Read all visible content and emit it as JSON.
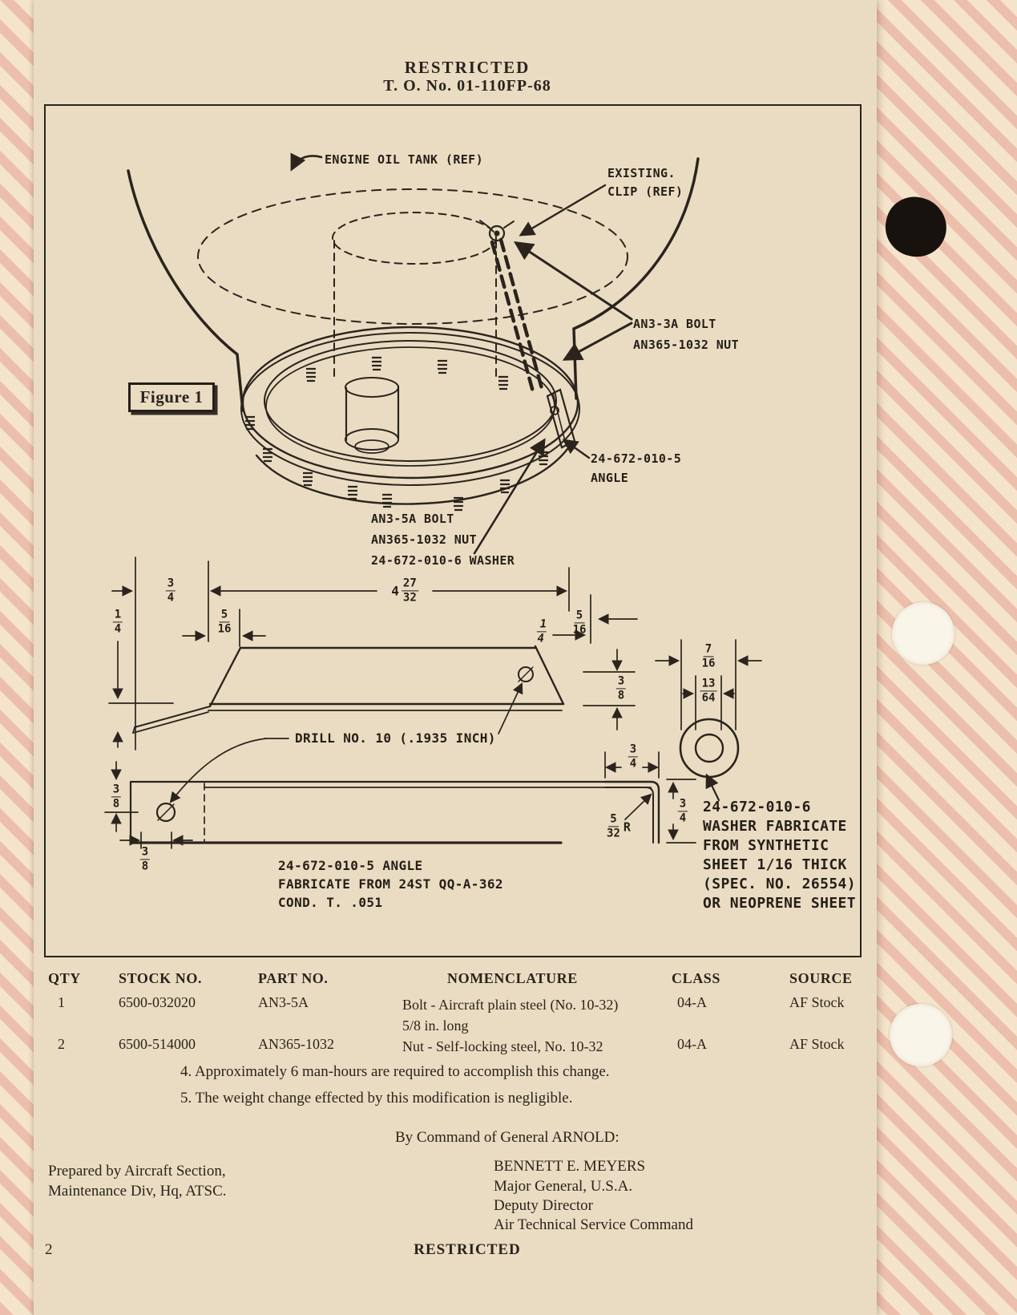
{
  "header": {
    "classification": "RESTRICTED",
    "to_number": "T. O. No. 01-110FP-68"
  },
  "figure": {
    "caption": "Figure 1",
    "labels": [
      {
        "id": "engine-oil-tank",
        "lines": [
          "ENGINE OIL TANK (REF)"
        ]
      },
      {
        "id": "existing-clip",
        "lines": [
          "EXISTING.",
          "CLIP (REF)"
        ]
      },
      {
        "id": "an3-3a-bolt",
        "lines": [
          "AN3-3A BOLT",
          "AN365-1032 NUT"
        ]
      },
      {
        "id": "angle-callout",
        "lines": [
          "24-672-010-5",
          "ANGLE"
        ]
      },
      {
        "id": "an3-5a-bolt",
        "lines": [
          "AN3-5A BOLT",
          "AN365-1032 NUT",
          "24-672-010-6 WASHER"
        ]
      },
      {
        "id": "drill-note",
        "lines": [
          "DRILL NO. 10 (.1935 INCH)"
        ]
      },
      {
        "id": "angle-fabricate",
        "lines": [
          "24-672-010-5 ANGLE",
          "FABRICATE FROM 24ST QQ-A-362",
          "COND. T. .051"
        ]
      },
      {
        "id": "washer-fabricate",
        "lines": [
          "24-672-010-6",
          "WASHER FABRICATE",
          "FROM SYNTHETIC",
          "SHEET 1/16 THICK",
          "(SPEC. NO. 26554)",
          "OR NEOPRENE SHEET"
        ]
      }
    ],
    "dims": [
      {
        "id": "d1",
        "num": "3",
        "den": "4"
      },
      {
        "id": "d2",
        "whole": "4",
        "num": "27",
        "den": "32"
      },
      {
        "id": "d3",
        "num": "5",
        "den": "16"
      },
      {
        "id": "d4",
        "num": "1",
        "den": "4",
        "slant": true
      },
      {
        "id": "d5",
        "num": "5",
        "den": "16"
      },
      {
        "id": "d6",
        "num": "1",
        "den": "4"
      },
      {
        "id": "d7",
        "num": "3",
        "den": "8"
      },
      {
        "id": "d8",
        "num": "7",
        "den": "16"
      },
      {
        "id": "d9",
        "num": "13",
        "den": "64"
      },
      {
        "id": "d10",
        "num": "3",
        "den": "4"
      },
      {
        "id": "d11",
        "num": "5",
        "den": "32",
        "suffix": "R"
      },
      {
        "id": "d12",
        "num": "3",
        "den": "4"
      },
      {
        "id": "d13",
        "num": "3",
        "den": "8"
      },
      {
        "id": "d14",
        "num": "3",
        "den": "8"
      }
    ]
  },
  "table": {
    "headers": [
      "QTY",
      "STOCK NO.",
      "PART NO.",
      "NOMENCLATURE",
      "CLASS",
      "SOURCE"
    ],
    "rows": [
      {
        "qty": "1",
        "stock": "6500-032020",
        "part": "AN3-5A",
        "nomenclature": [
          "Bolt - Aircraft plain steel (No. 10-32)",
          "5/8 in. long"
        ],
        "class": "04-A",
        "source": "AF Stock"
      },
      {
        "qty": "2",
        "stock": "6500-514000",
        "part": "AN365-1032",
        "nomenclature": [
          "Nut - Self-locking steel, No. 10-32"
        ],
        "class": "04-A",
        "source": "AF Stock"
      }
    ]
  },
  "paragraphs": [
    "4.  Approximately 6 man-hours are required to accomplish this change.",
    "5.  The weight change effected by this modification is negligible."
  ],
  "command_line": "By Command of General ARNOLD:",
  "prepared_by": [
    "Prepared by Aircraft Section,",
    "Maintenance Div, Hq, ATSC."
  ],
  "signature": [
    "BENNETT E. MEYERS",
    "Major General, U.S.A.",
    "Deputy Director",
    "Air Technical Service Command"
  ],
  "footer": {
    "page_number": "2",
    "classification": "RESTRICTED"
  },
  "colors": {
    "paper": "#eadcc2",
    "ink": "#2a241d",
    "stripe_pink": "#ecbfac",
    "stripe_cream": "#f4e4cb"
  }
}
